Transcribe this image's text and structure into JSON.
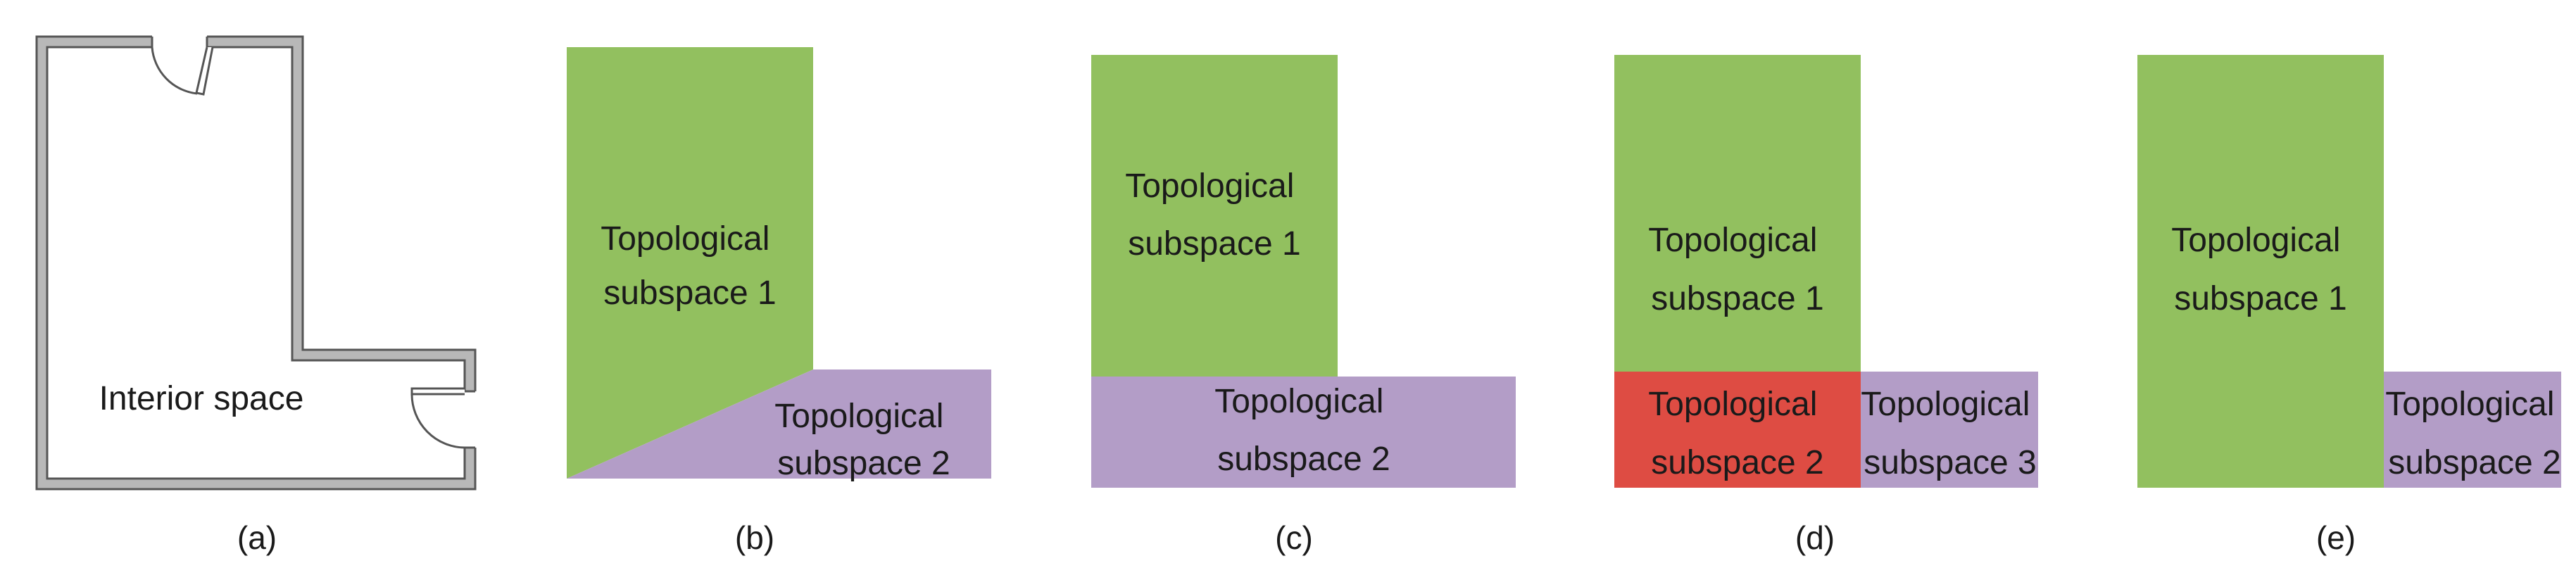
{
  "colors": {
    "green": "#92C05F",
    "purple": "#B39DC7",
    "red": "#DE4C43",
    "wall": "#B8B8B8",
    "wall_edge": "#555555",
    "text": "#1a1a1a"
  },
  "panels": {
    "a": {
      "caption": "(a)",
      "label": "Interior space"
    },
    "b": {
      "caption": "(b)",
      "s1": [
        "Topological",
        "subspace 1"
      ],
      "s2": [
        "Topological",
        "subspace 2"
      ]
    },
    "c": {
      "caption": "(c)",
      "s1": [
        "Topological",
        "subspace 1"
      ],
      "s2": [
        "Topological",
        "subspace 2"
      ]
    },
    "d": {
      "caption": "(d)",
      "s1": [
        "Topological",
        "subspace 1"
      ],
      "s2": [
        "Topological",
        "subspace 2"
      ],
      "s3": [
        "Topological",
        "subspace 3"
      ]
    },
    "e": {
      "caption": "(e)",
      "s1": [
        "Topological",
        "subspace 1"
      ],
      "s2": [
        "Topological",
        "subspace 2"
      ]
    }
  }
}
